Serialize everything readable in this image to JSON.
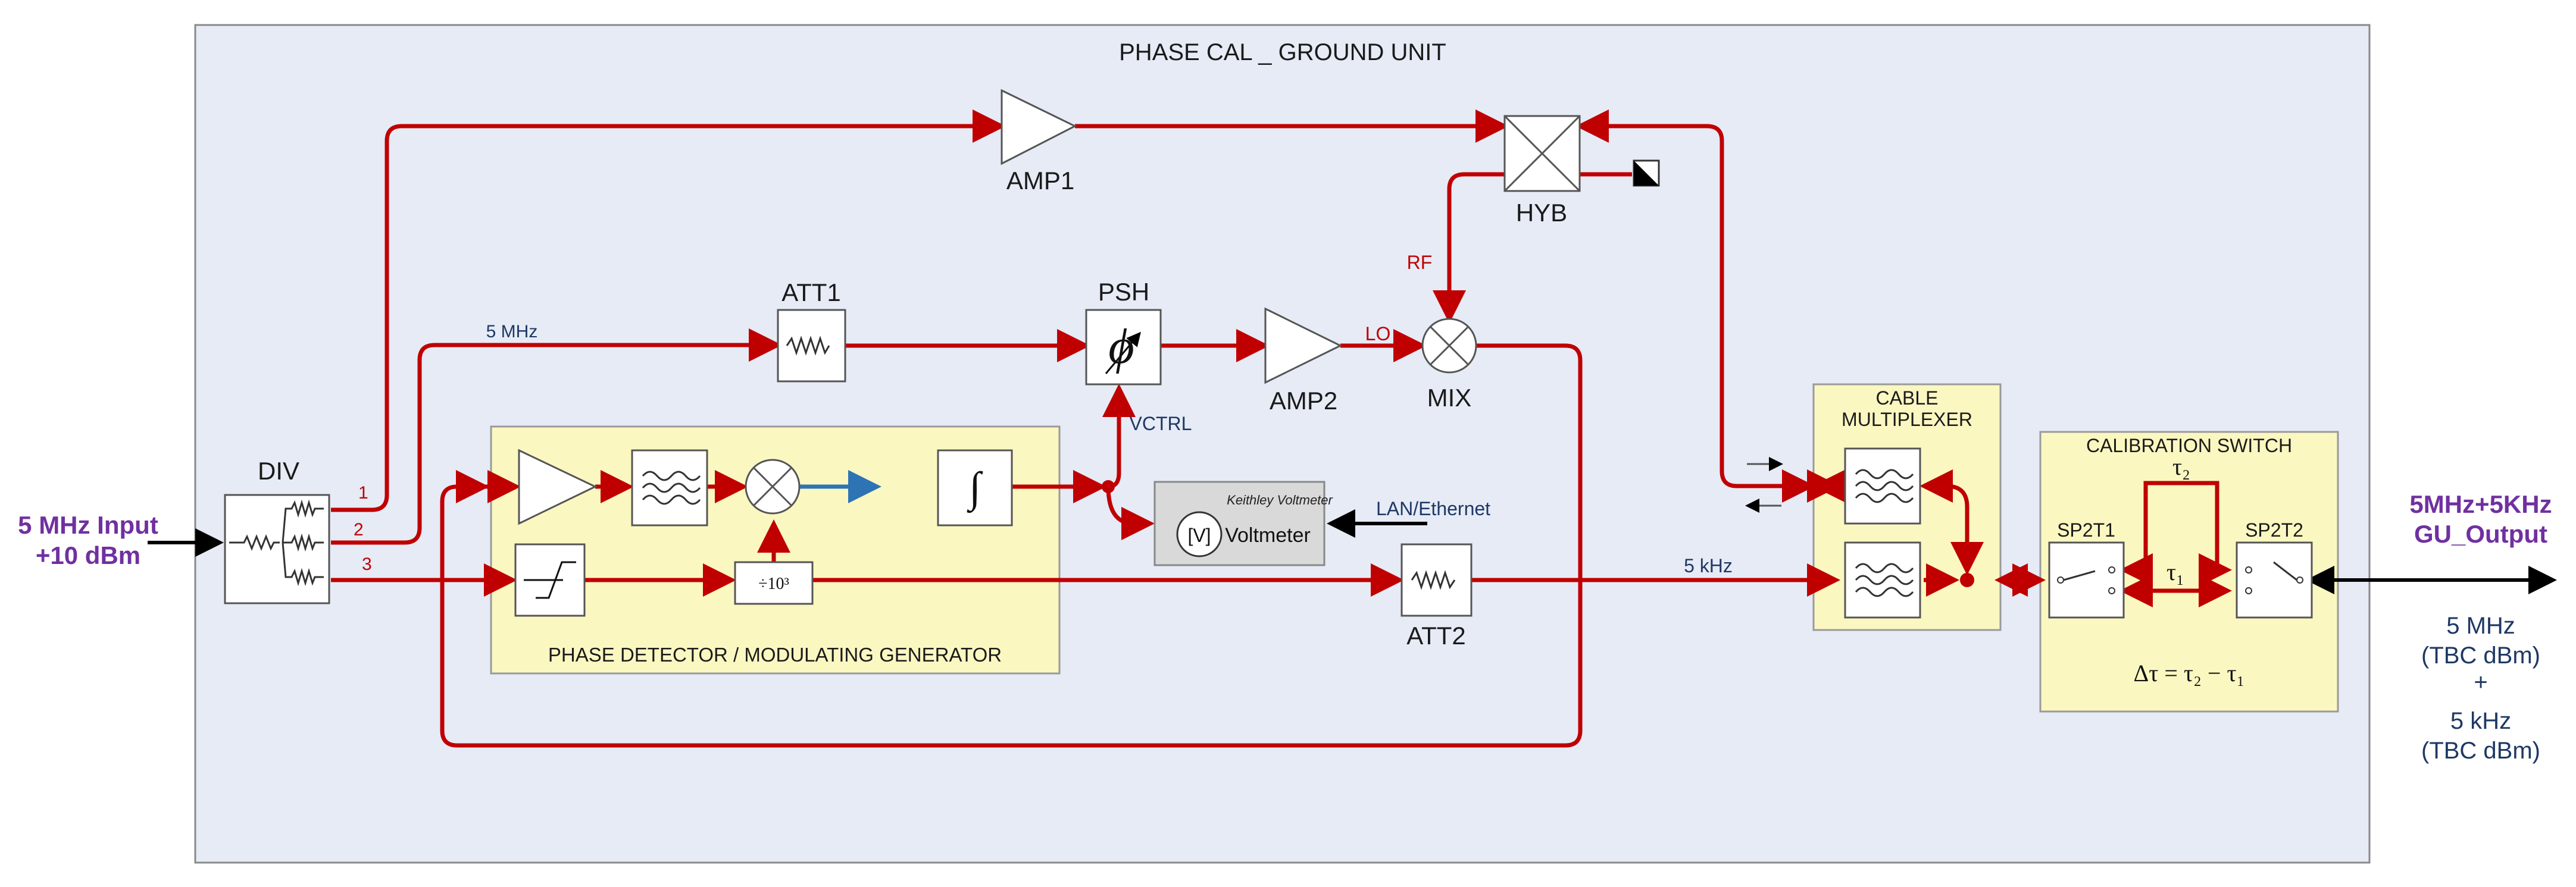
{
  "title": "PHASE CAL _ GROUND UNIT",
  "colors": {
    "signal": "#c00000",
    "panel_bg": "#e6ebf6",
    "yellow_box": "#fbf7c1",
    "label_blue": "#1f3864",
    "io_purple": "#7030a0",
    "control_blue": "#2e74b5",
    "meter_gray": "#d9d9d9"
  },
  "input": {
    "line1": "5 MHz Input",
    "line2": "+10 dBm"
  },
  "output": {
    "title1": "5MHz+5KHz",
    "title2": "GU_Output",
    "spec": [
      "5 MHz",
      "(TBC dBm)",
      "+",
      "5 kHz",
      "(TBC dBm)"
    ]
  },
  "blocks": {
    "div": "DIV",
    "amp1": "AMP1",
    "hyb": "HYB",
    "att1": "ATT1",
    "psh": "PSH",
    "amp2": "AMP2",
    "mix": "MIX",
    "att2": "ATT2"
  },
  "port_numbers": [
    "1",
    "2",
    "3"
  ],
  "signal_labels": {
    "f5mhz": "5 MHz",
    "rf": "RF",
    "lo": "LO",
    "vctrl": "VCTRL",
    "lan": "LAN/Ethernet",
    "f5khz": "5 kHz"
  },
  "phase_detector": {
    "label": "PHASE DETECTOR / MODULATING GENERATOR",
    "integrator": "∫",
    "divider": "÷10³"
  },
  "voltmeter": {
    "header": "Keithley Voltmeter",
    "symbol": "[V]",
    "label": "Voltmeter"
  },
  "cable_multiplexer": {
    "line1": "CABLE",
    "line2": "MULTIPLEXER"
  },
  "calibration_switch": {
    "title": "CALIBRATION SWITCH",
    "sw1": "SP2T1",
    "sw2": "SP2T2",
    "tau2": "τ₂",
    "tau1": "τ₁",
    "formula": "Δτ = τ₂ − τ₁"
  }
}
